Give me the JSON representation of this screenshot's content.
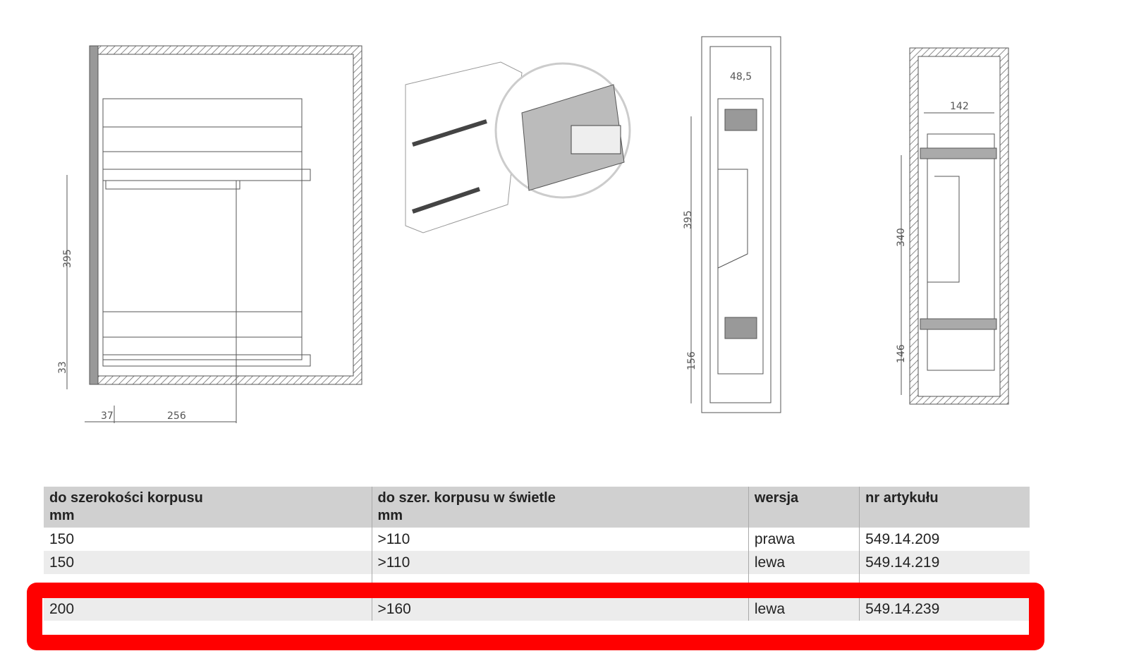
{
  "drawing": {
    "front": {
      "dims": [
        "395",
        "33",
        "37",
        "256"
      ]
    },
    "side_a": {
      "dims": [
        "48,5",
        "395",
        "156"
      ]
    },
    "side_b": {
      "dims": [
        "142",
        "340",
        "146"
      ]
    }
  },
  "table": {
    "headers": [
      [
        "do szerokości korpusu",
        "mm"
      ],
      [
        "do szer. korpusu w świetle",
        "mm"
      ],
      [
        "wersja",
        ""
      ],
      [
        "nr artykułu",
        ""
      ]
    ],
    "rows": [
      [
        "150",
        ">110",
        "prawa",
        "549.14.209"
      ],
      [
        "150",
        ">110",
        "lewa",
        "549.14.219"
      ],
      [
        "",
        "",
        "",
        ""
      ],
      [
        "200",
        ">160",
        "lewa",
        "549.14.239"
      ]
    ]
  },
  "highlight_color": "#ff0000"
}
